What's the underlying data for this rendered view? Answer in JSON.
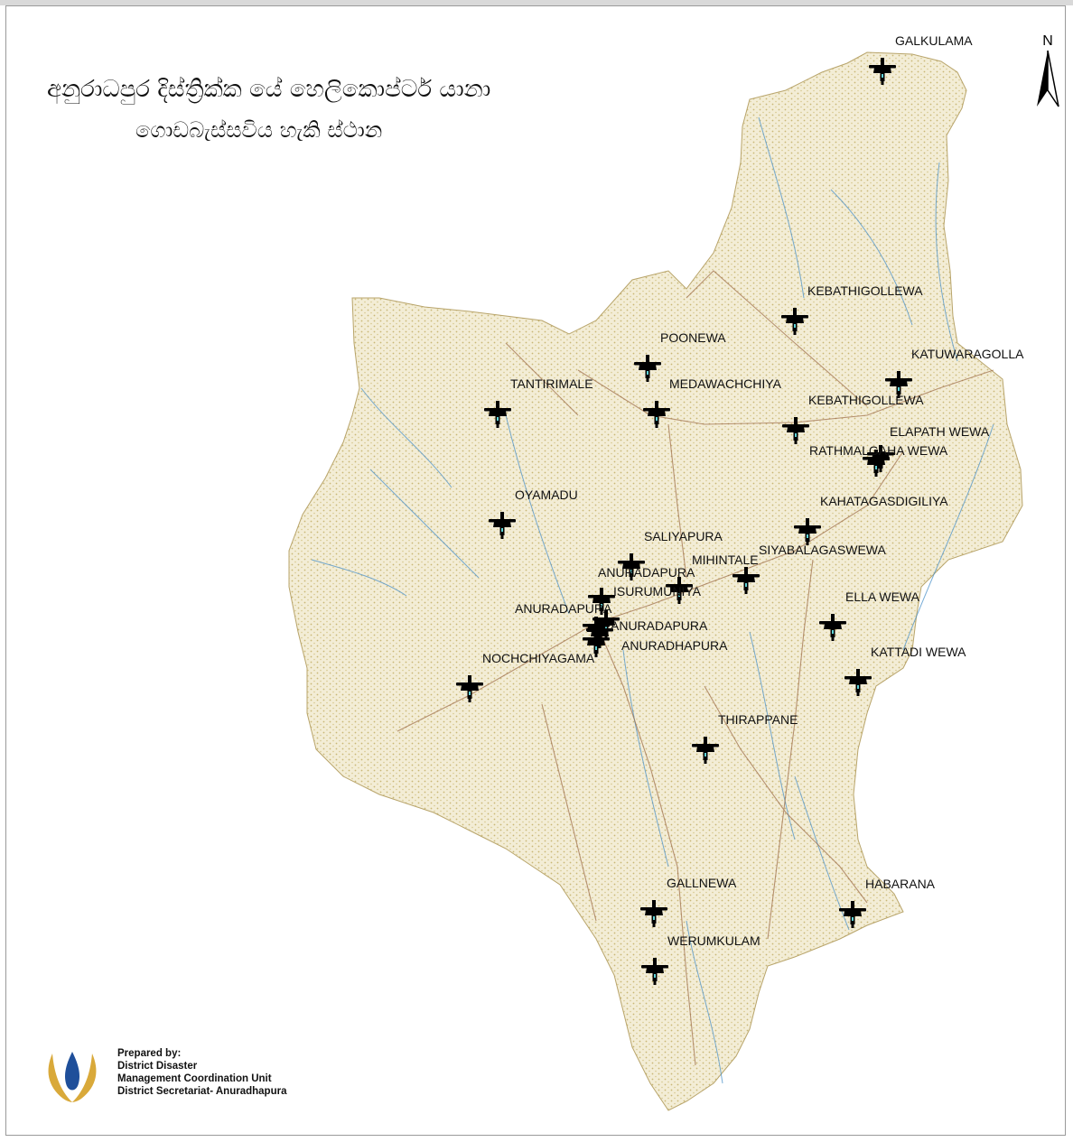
{
  "title": {
    "line1": "අනුරාධපුර දිස්ත්‍රික්ක යේ හෙලිකොප්ටර් යානා",
    "line2": "ගොඩබැස්සවිය හැකි ස්ථාන"
  },
  "north_arrow": {
    "label": "N"
  },
  "colors": {
    "land": "#f3edd6",
    "stipple": "#c9b775",
    "river": "#4a90c8",
    "road": "#9b6a45",
    "marker": "#000000",
    "marker_accent": "#5fd3d8",
    "logo_gold": "#d9a93a",
    "logo_blue": "#1f4f9a"
  },
  "icons": {
    "helipad": "helicopter-icon",
    "logo": "ddmcu-logo-icon"
  },
  "sites": [
    {
      "name": "GALKULAMA"
    },
    {
      "name": "KEBATHIGOLLEWA"
    },
    {
      "name": "POONEWA"
    },
    {
      "name": "KATUWARAGOLLA"
    },
    {
      "name": "TANTIRIMALE"
    },
    {
      "name": "MEDAWACHCHIYA"
    },
    {
      "name": "KEBATHIGOLLEWA"
    },
    {
      "name": "ELAPATH WEWA"
    },
    {
      "name": "RATHMALGAHA WEWA"
    },
    {
      "name": "OYAMADU"
    },
    {
      "name": "KAHATAGASDIGILIYA"
    },
    {
      "name": "SALIYAPURA"
    },
    {
      "name": "SIYABALAGASWEWA"
    },
    {
      "name": "MIHINTALE"
    },
    {
      "name": "ANURADAPURA"
    },
    {
      "name": "ISURUMUNIYA"
    },
    {
      "name": "ANURADAPURA"
    },
    {
      "name": "ELLA WEWA"
    },
    {
      "name": "ANURADAPURA"
    },
    {
      "name": "ANURADHAPURA"
    },
    {
      "name": "NOCHCHIYAGAMA"
    },
    {
      "name": "KATTADI WEWA"
    },
    {
      "name": "THIRAPPANE"
    },
    {
      "name": "GALLNEWA"
    },
    {
      "name": "HABARANA"
    },
    {
      "name": "WERUMKULAM"
    }
  ],
  "credit": {
    "line1": "Prepared by:",
    "line2": "District Disaster",
    "line3": "Management Coordination Unit",
    "line4": "District Secretariat- Anuradhapura"
  }
}
